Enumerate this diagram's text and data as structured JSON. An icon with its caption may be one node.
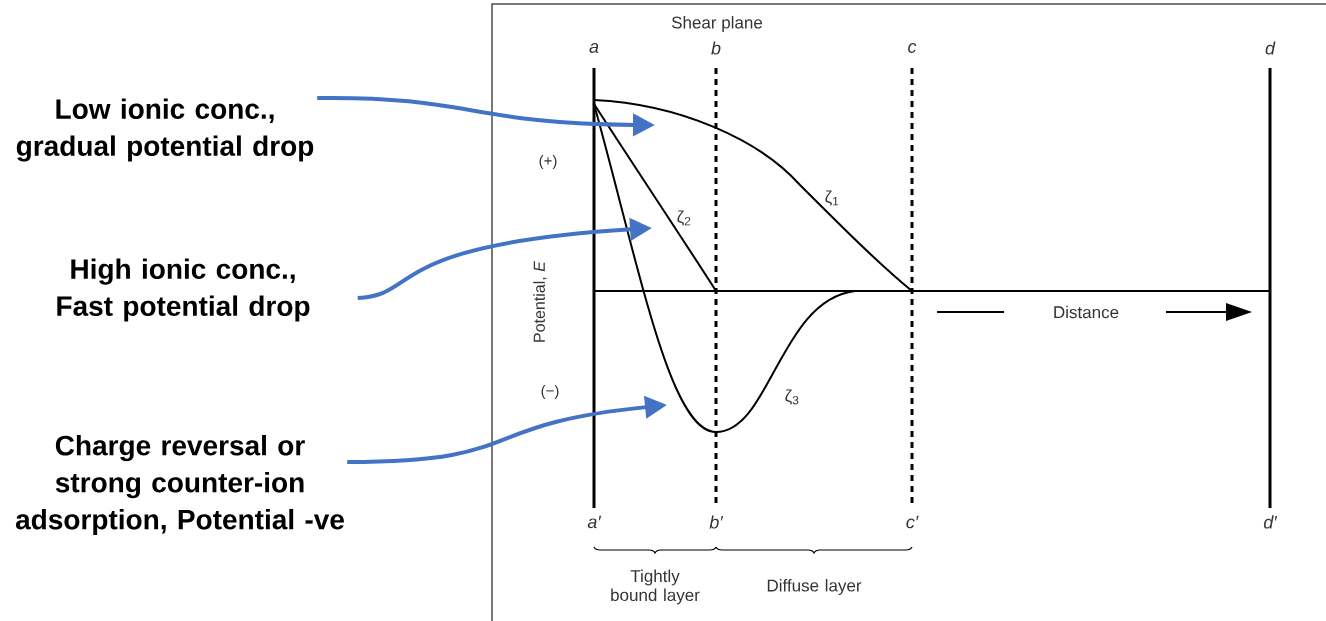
{
  "diagram": {
    "nodes": [
      {
        "text": [
          "Low ionic conc., gradual potential drop"
        ]
      },
      {
        "text": [
          "High ionic conc., Fast potential drop"
        ]
      },
      {
        "text": [
          "Charge reversal or strong counter-ion adsorption, Potential -ve"
        ]
      }
    ],
    "edges": [
      {
        "from": 0,
        "to": null,
        "arrow": "to"
      },
      {
        "from": 1,
        "to": null,
        "arrow": "to"
      },
      {
        "from": 2,
        "to": null,
        "arrow": "to"
      }
    ],
    "labels": [
      "Shear plane",
      "a",
      "b",
      "c",
      "d",
      "(+)",
      "ζ$_{1}$",
      "ζ$_{2}$",
      "Potential, *E*",
      "Distance",
      "(−)",
      "ζ$_{3}$",
      "a′",
      "b′",
      "c′",
      "d′",
      "Tightly bound layer",
      "Diffuse layer"
    ]
  }
}
